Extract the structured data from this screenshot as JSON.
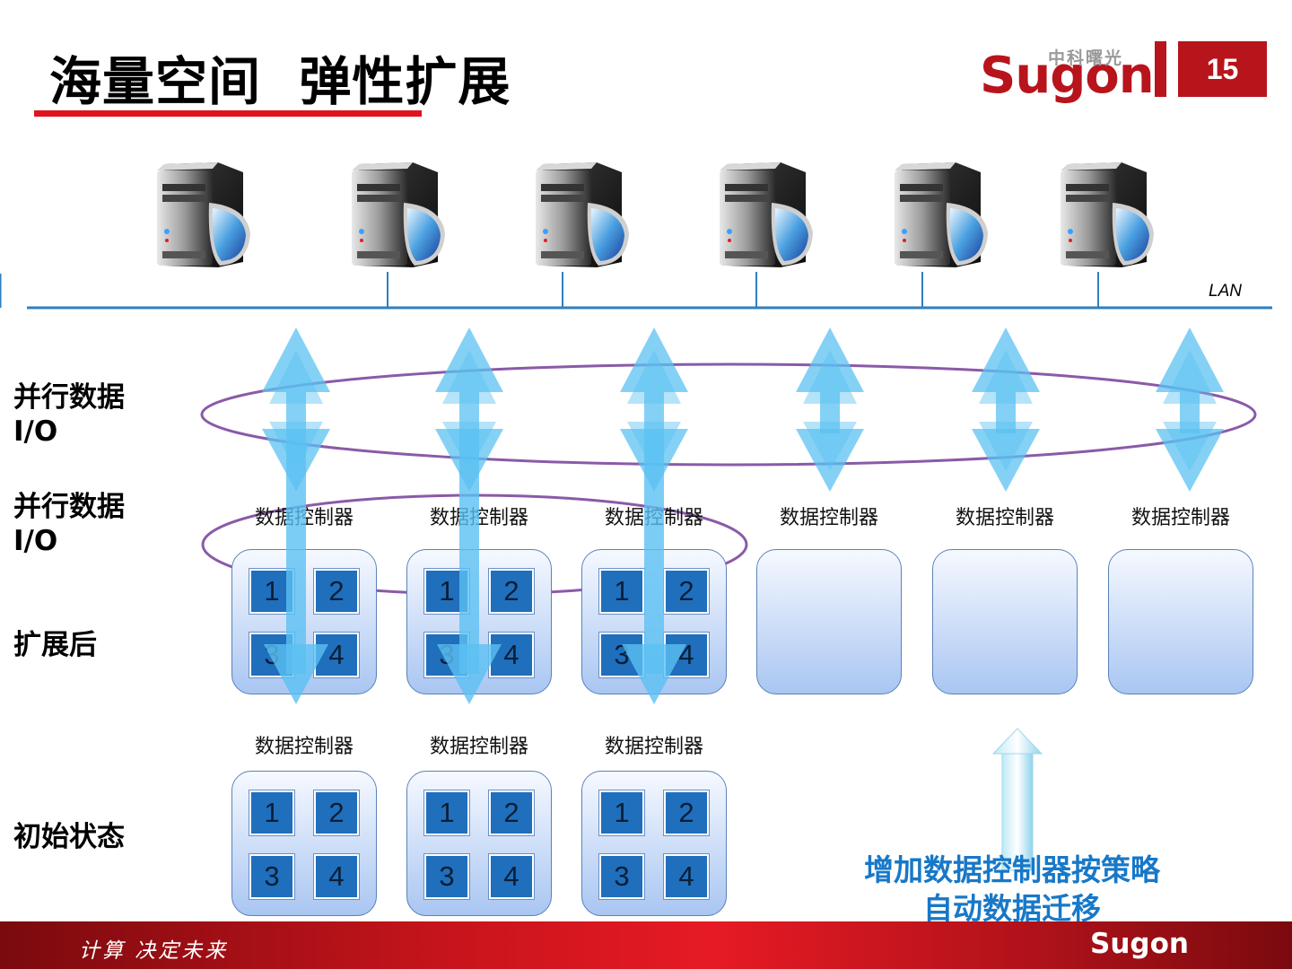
{
  "slide": {
    "title": "海量空间  弹性扩展",
    "page_number": "15"
  },
  "logo": {
    "chinese": "中科曙光",
    "brand": "Sugon"
  },
  "network": {
    "lan_label": "LAN",
    "server_count": 6,
    "server_icon": "server-icon"
  },
  "row_labels": {
    "parallel_io_1": "并行数据\nI/O",
    "parallel_io_2": "并行数据\nI/O",
    "expanded": "扩展后",
    "initial": "初始状态"
  },
  "expanded_controllers": [
    {
      "label": "数据控制器",
      "cells": [
        "1",
        "2",
        "3",
        "4"
      ]
    },
    {
      "label": "数据控制器",
      "cells": [
        "1",
        "2",
        "3",
        "4"
      ]
    },
    {
      "label": "数据控制器",
      "cells": [
        "1",
        "2",
        "3",
        "4"
      ]
    },
    {
      "label": "数据控制器",
      "cells": []
    },
    {
      "label": "数据控制器",
      "cells": []
    },
    {
      "label": "数据控制器",
      "cells": []
    }
  ],
  "initial_controllers": [
    {
      "label": "数据控制器",
      "cells": [
        "1",
        "2",
        "3",
        "4"
      ]
    },
    {
      "label": "数据控制器",
      "cells": [
        "1",
        "2",
        "3",
        "4"
      ]
    },
    {
      "label": "数据控制器",
      "cells": [
        "1",
        "2",
        "3",
        "4"
      ]
    }
  ],
  "note": "增加数据控制器按策略自动数据迁移",
  "footer": {
    "slogan": "计算 决定未来",
    "brand": "Sugon"
  },
  "colors": {
    "accent_red": "#e0141e",
    "brand_red": "#b8141c",
    "lan_blue": "#2e7fc1",
    "arrow_blue": "#5bc1f2",
    "ellipse_purple": "#8a5aa8",
    "cell_blue": "#1f6fbd",
    "note_blue": "#1878c8"
  }
}
